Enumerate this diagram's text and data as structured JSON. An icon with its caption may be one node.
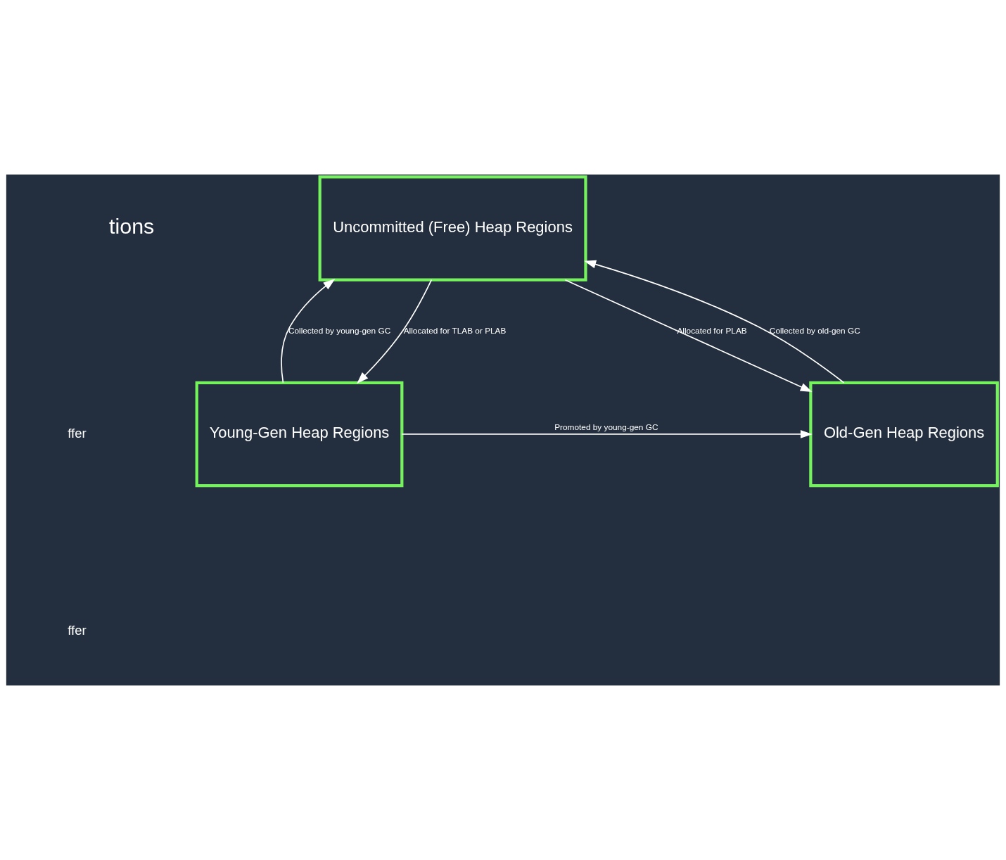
{
  "diagram": {
    "nodes": [
      {
        "text": [
          "Uncommitted (Free) Heap Regions"
        ]
      },
      {
        "text": [
          "Young-Gen Heap Regions"
        ]
      },
      {
        "text": [
          "Old-Gen Heap Regions"
        ]
      }
    ],
    "edges": [
      {
        "from": 1,
        "to": 0,
        "arrow": "to",
        "label": "Collected by young-gen GC"
      },
      {
        "from": 0,
        "to": 1,
        "arrow": "to",
        "label": "Allocated for TLAB or PLAB"
      },
      {
        "from": 0,
        "to": 2,
        "arrow": "to",
        "label": "Allocated for PLAB"
      },
      {
        "from": 2,
        "to": 0,
        "arrow": "to",
        "label": "Collected by old-gen GC"
      },
      {
        "from": 1,
        "to": 2,
        "arrow": "to",
        "label": "Promoted by young-gen GC"
      }
    ],
    "labels": [
      "tions",
      "ffer",
      "ffer"
    ]
  }
}
